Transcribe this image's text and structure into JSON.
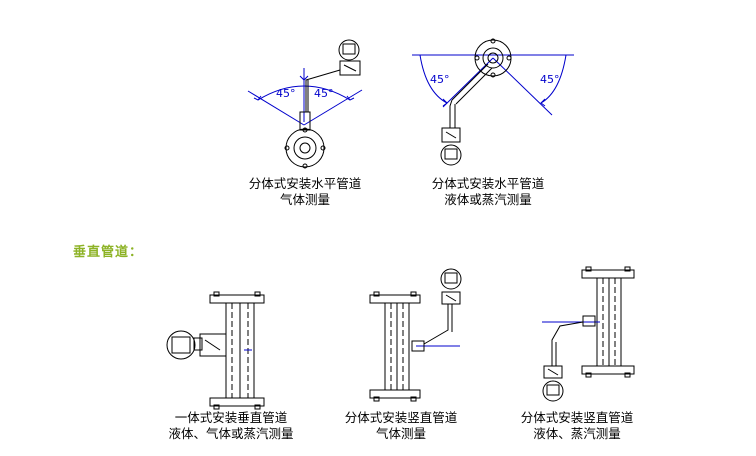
{
  "section_heading": "垂直管道：",
  "diagrams": [
    {
      "line1": "分体式安装水平管道",
      "line2": "气体测量",
      "angle_left": "45°",
      "angle_right": "45°"
    },
    {
      "line1": "分体式安装水平管道",
      "line2": "液体或蒸汽测量",
      "angle_left": "45°",
      "angle_right": "45°"
    },
    {
      "line1": "一体式安装垂直管道",
      "line2": "液体、气体或蒸汽测量"
    },
    {
      "line1": "分体式安装竖直管道",
      "line2": "气体测量"
    },
    {
      "line1": "分体式安装竖直管道",
      "line2": "液体、蒸汽测量"
    }
  ],
  "colors": {
    "line": "#000000",
    "dimension": "#0000cc",
    "heading": "#8db326"
  }
}
